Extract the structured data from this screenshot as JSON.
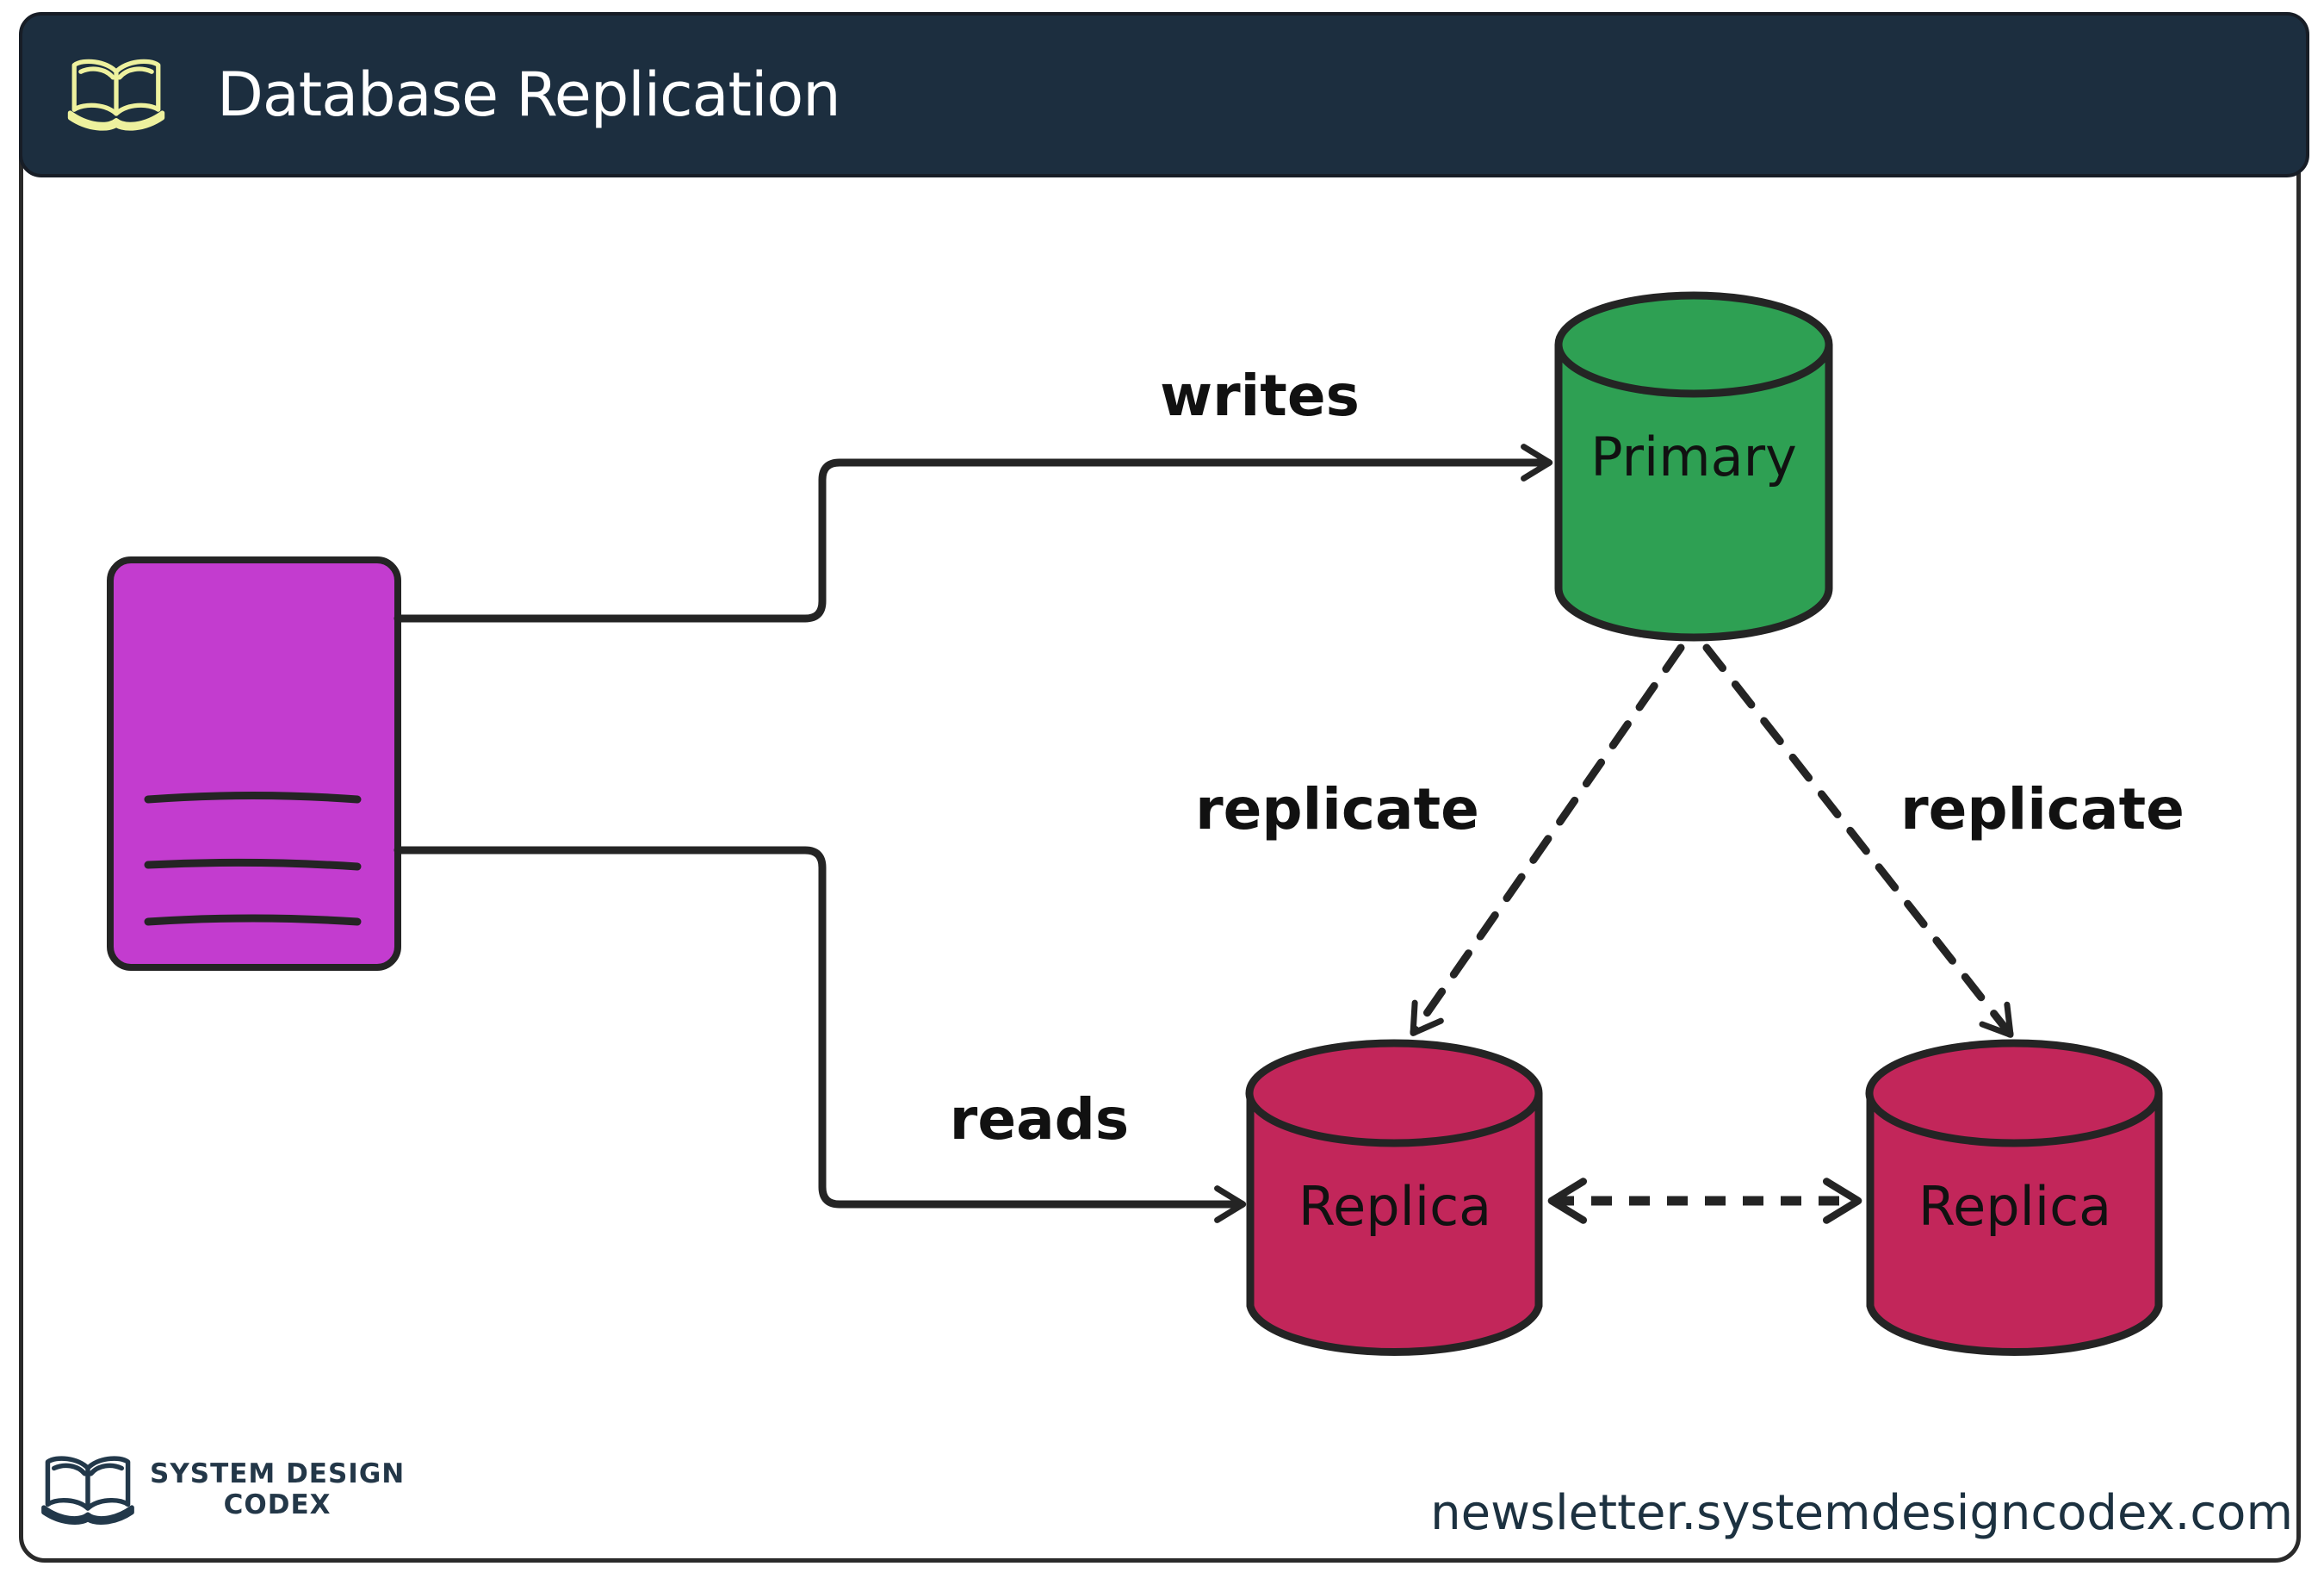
{
  "header": {
    "title": "Database Replication",
    "icon": "open-book-icon"
  },
  "diagram": {
    "client": {
      "type": "client-document-box",
      "note": "purple document box with three text lines, no label"
    },
    "nodes": [
      {
        "id": "primary",
        "label": "Primary",
        "shape": "database-cylinder"
      },
      {
        "id": "replica-left",
        "label": "Replica",
        "shape": "database-cylinder"
      },
      {
        "id": "replica-right",
        "label": "Replica",
        "shape": "database-cylinder"
      }
    ],
    "edges": [
      {
        "from": "client",
        "to": "primary",
        "label": "writes",
        "style": "solid-arrow"
      },
      {
        "from": "client",
        "to": "replica-left",
        "label": "reads",
        "style": "solid-arrow"
      },
      {
        "from": "primary",
        "to": "replica-left",
        "label": "replicate",
        "style": "dashed-arrow"
      },
      {
        "from": "primary",
        "to": "replica-right",
        "label": "replicate",
        "style": "dashed-arrow"
      },
      {
        "from": "replica-left",
        "to": "replica-right",
        "label": "",
        "style": "dashed-double-arrow"
      }
    ]
  },
  "footer": {
    "logo_icon": "open-book-icon",
    "logo_text_line1": "SYSTEM DESIGN",
    "logo_text_line2": "CODEX",
    "url": "newsletter.systemdesigncodex.com"
  },
  "colors": {
    "header_bg": "#1c2e3f",
    "header_icon": "#eef19e",
    "title_text": "#ffffff",
    "client": "#c33ccf",
    "primary": "#2ea053",
    "replica": "#c2265a",
    "stroke": "#242424",
    "footer_text": "#233748",
    "url_text": "#1c3140"
  }
}
